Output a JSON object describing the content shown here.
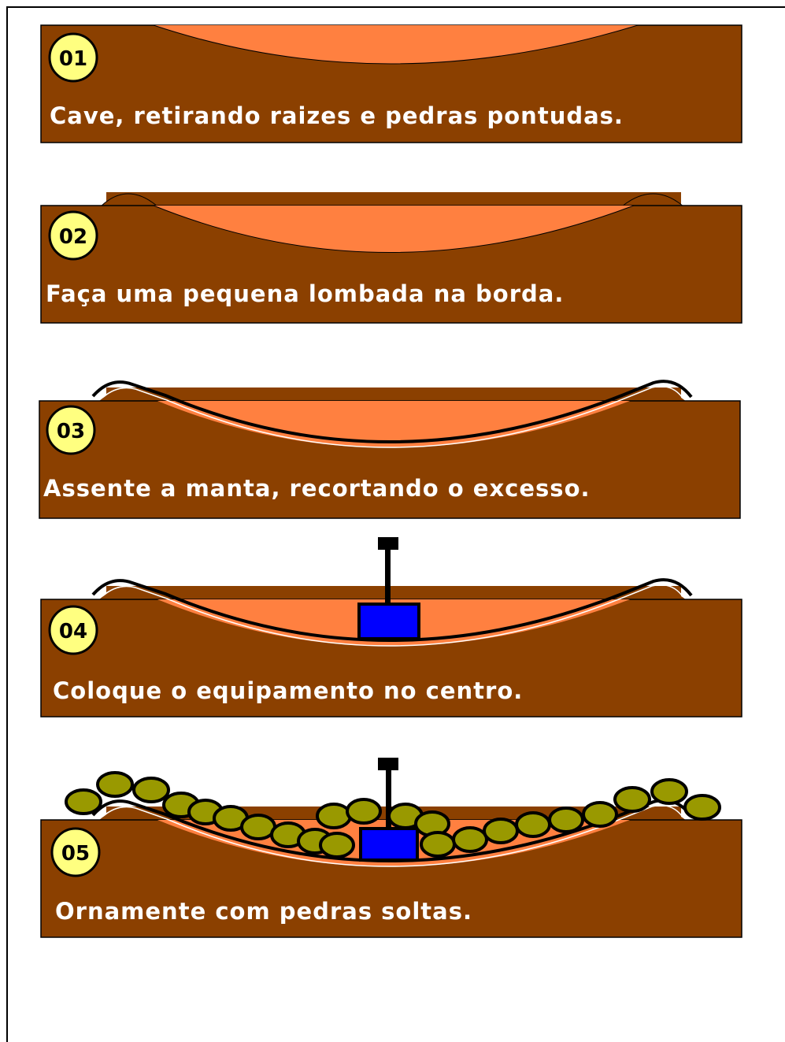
{
  "colors": {
    "soil": "#8B4000",
    "cavity": "#FF8040",
    "liner": "#000000",
    "badge": "#FFFF80",
    "equipment": "#0000FF",
    "stone": "#999900",
    "label": "#FFFFFF"
  },
  "steps": [
    {
      "number": "01",
      "label": "Cave, retirando raizes e pedras pontudas."
    },
    {
      "number": "02",
      "label": "Faça uma pequena lombada na borda."
    },
    {
      "number": "03",
      "label": "Assente a manta, recortando o excesso."
    },
    {
      "number": "04",
      "label": "Coloque o equipamento no centro."
    },
    {
      "number": "05",
      "label": "Ornamente com pedras soltas."
    }
  ]
}
